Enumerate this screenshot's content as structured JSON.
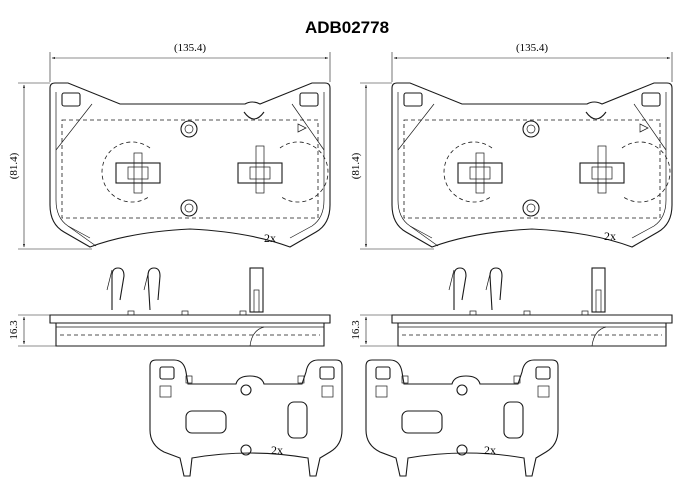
{
  "title": "ADB02778",
  "dimensions": {
    "width": "(135.4)",
    "height": "(81.4)",
    "thickness": "16.3"
  },
  "notes": {
    "pad_qty": "2x",
    "shim_qty": "2x"
  }
}
